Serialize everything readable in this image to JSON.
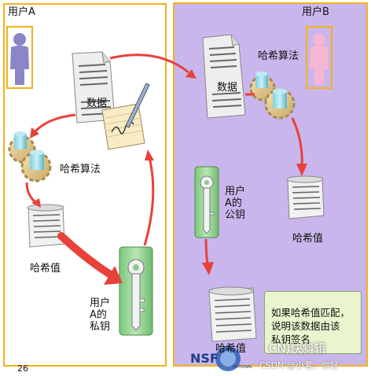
{
  "panel_a": {
    "title": "用户A"
  },
  "panel_b": {
    "title": "用户B"
  },
  "labels": {
    "data_a": "数据",
    "hash_algo_a": "哈希算法",
    "hash_value_a": "哈希值",
    "private_key": [
      "用户",
      "A的",
      "私钥"
    ],
    "data_b": "数据",
    "hash_algo_b": "哈希算法",
    "public_key": [
      "用户",
      "A的",
      "公钥"
    ],
    "hash_value_b1": "哈希值",
    "hash_value_b2": "哈希值"
  },
  "note": [
    "如果哈希值匹配，",
    "说明该数据由该",
    "私钥签名"
  ],
  "page_number": "26",
  "overlay": "CN)快斜辑",
  "watermark": "CSDN @小茗，你好",
  "logo": {
    "text": "NSF",
    "sub": "NATIONAL"
  },
  "colors": {
    "panel_border": "#f2b21a",
    "panel_b_fill": "#c9b6ec",
    "arrow": "#e8413a",
    "key_card": "#9cd39a",
    "note_fill": "#eaf5cf"
  }
}
